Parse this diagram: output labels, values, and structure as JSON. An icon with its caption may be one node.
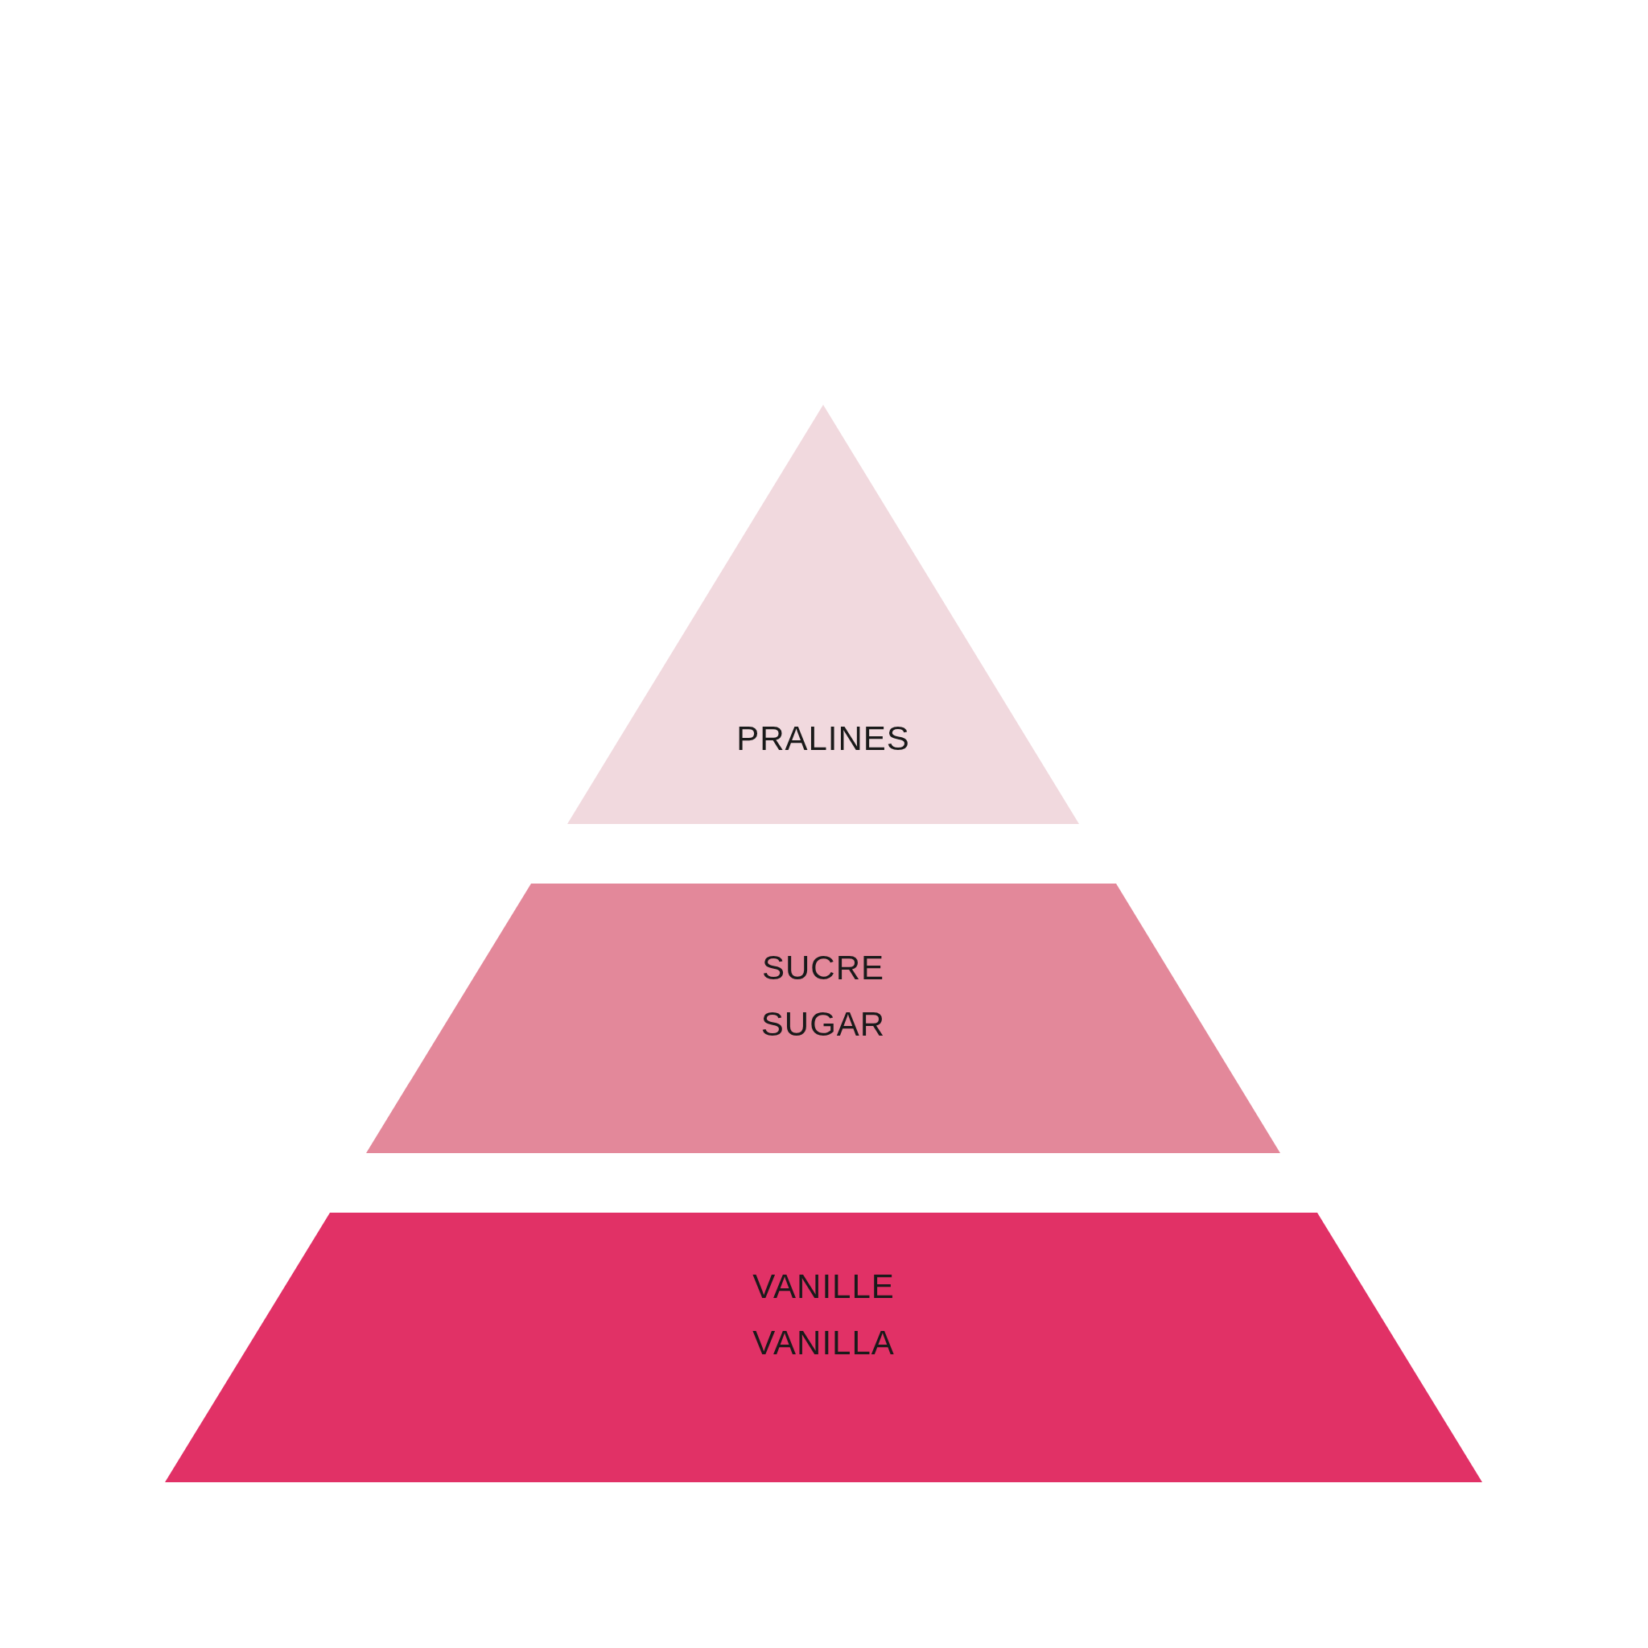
{
  "diagram": {
    "nodes": [
      {
        "text": [
          "PRALINES"
        ]
      },
      {
        "text": [
          "SUCRE",
          "SUGAR"
        ]
      },
      {
        "text": [
          "VANILLE",
          "VANILLA"
        ]
      }
    ]
  }
}
